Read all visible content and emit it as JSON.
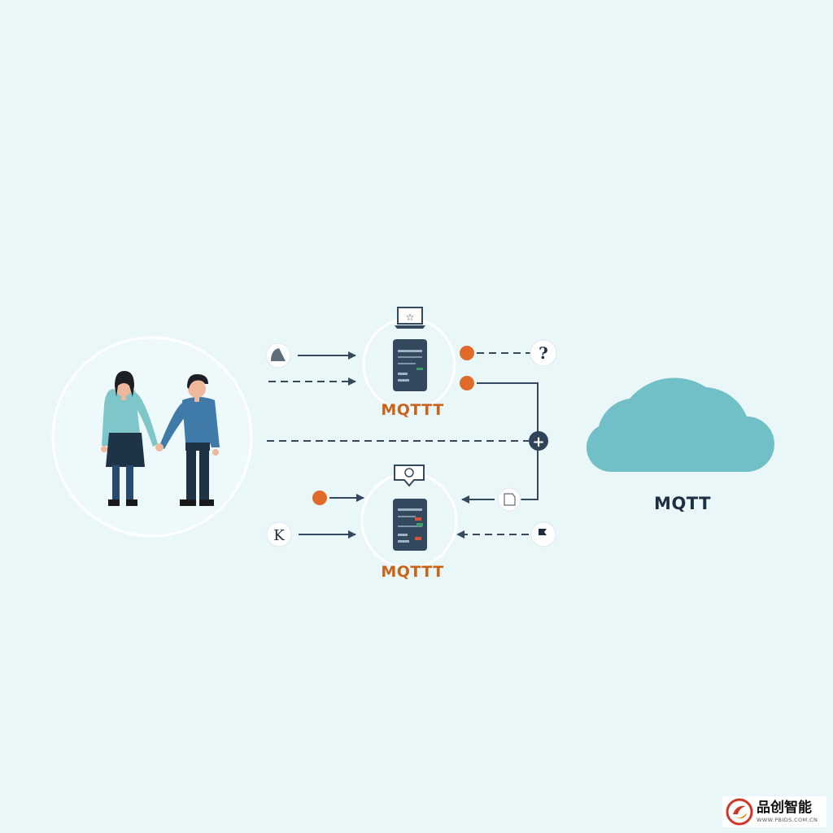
{
  "nodes": {
    "broker_top_label": "MQTTT",
    "broker_bottom_label": "MQTTT",
    "cloud_label": "MQTT",
    "help_glyph": "?",
    "plus_glyph": "+",
    "k_glyph": "K"
  },
  "icons": {
    "people": "couple-holding-hands",
    "top_left_input": "half-circle-icon",
    "laptop": "laptop-star-icon",
    "speech": "speech-bubble-icon",
    "help": "question-icon",
    "merge": "plus-icon",
    "bottom_right_input": "document-icon",
    "bottom_right_far": "flag-icon",
    "cloud": "cloud-icon"
  },
  "colors": {
    "background": "#eaf7f9",
    "cloud": "#72c0c7",
    "line": "#34495e",
    "accent_orange": "#e06a2a",
    "label_orange": "#c8641c",
    "server": "#34495e"
  },
  "watermark": {
    "brand": "品创智能",
    "url": "WWW.PBIDS.COM.CN"
  }
}
